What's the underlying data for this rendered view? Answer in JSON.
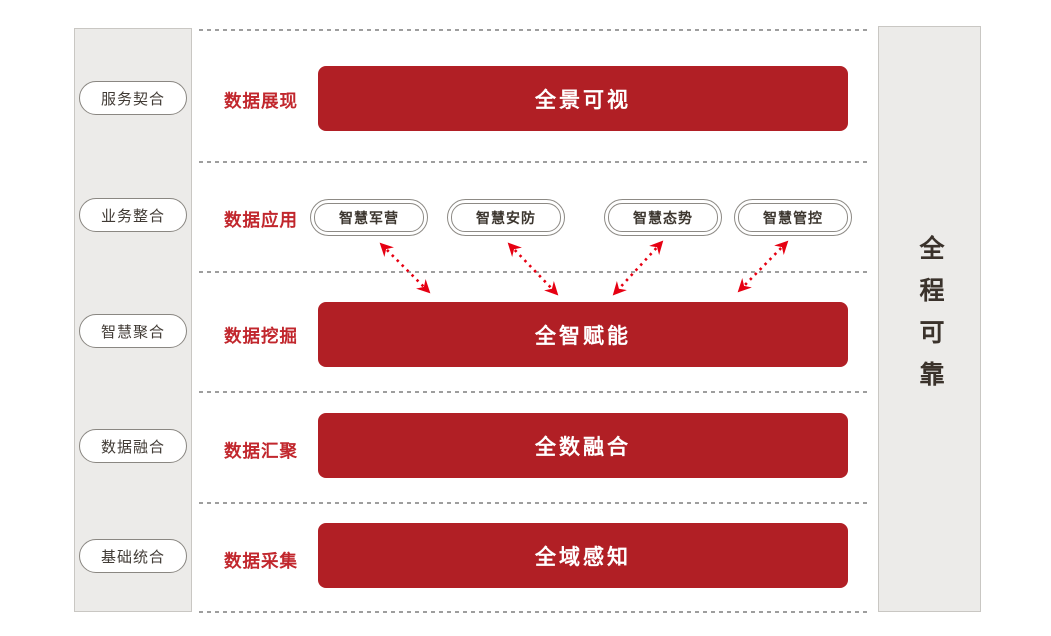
{
  "diagram_title": "data-architecture-layers",
  "colors": {
    "bar_red": "#b11f25",
    "layer_label_red": "#c1272d",
    "arrow_red": "#e60012",
    "sidebar_bg": "#ecebe9",
    "pill_border_gray": "#8d8a85",
    "dotted_line_gray": "#9e9e9e",
    "dark_text": "#3a322b"
  },
  "left_sidebar": {
    "items": [
      "服务契合",
      "业务整合",
      "智慧聚合",
      "数据融合",
      "基础统合"
    ]
  },
  "right_sidebar": {
    "label": "全程可靠"
  },
  "rows": [
    {
      "layer_label": "数据展现",
      "bar": "全景可视"
    },
    {
      "layer_label": "数据应用",
      "apps": [
        "智慧军营",
        "智慧安防",
        "智慧态势",
        "智慧管控"
      ]
    },
    {
      "layer_label": "数据挖掘",
      "bar": "全智赋能"
    },
    {
      "layer_label": "数据汇聚",
      "bar": "全数融合"
    },
    {
      "layer_label": "数据采集",
      "bar": "全域感知"
    }
  ],
  "connectors": {
    "icon": "dashed-double-headed-arrow-icon",
    "count": 4,
    "color": "#e60012",
    "meaning": "two-way link between application pills and 全智赋能 bar"
  }
}
